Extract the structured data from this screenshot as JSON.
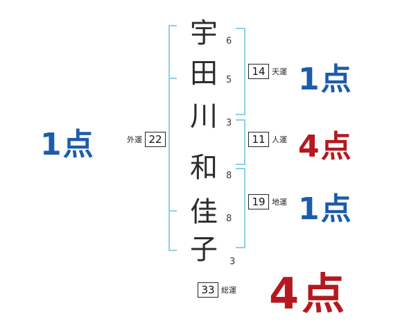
{
  "name_chars": [
    {
      "char": "宇",
      "strokes": "6"
    },
    {
      "char": "田",
      "strokes": "5"
    },
    {
      "char": "川",
      "strokes": "3"
    },
    {
      "char": "和",
      "strokes": "8"
    },
    {
      "char": "佳",
      "strokes": "8"
    },
    {
      "char": "子",
      "strokes": "3"
    }
  ],
  "fortunes": {
    "gaiun": {
      "label": "外運",
      "value": "22",
      "score": "1点"
    },
    "tenun": {
      "label": "天運",
      "value": "14",
      "score": "1点"
    },
    "jinun": {
      "label": "人運",
      "value": "11",
      "score": "4点"
    },
    "chiun": {
      "label": "地運",
      "value": "19",
      "score": "1点"
    },
    "souun": {
      "label": "総運",
      "value": "33",
      "score": "4点"
    }
  },
  "colors": {
    "score_blue": "#1c5caa",
    "score_red": "#b5191f",
    "bracket_blue": "#8ecfe9",
    "text_dark": "#2b2b2b"
  }
}
